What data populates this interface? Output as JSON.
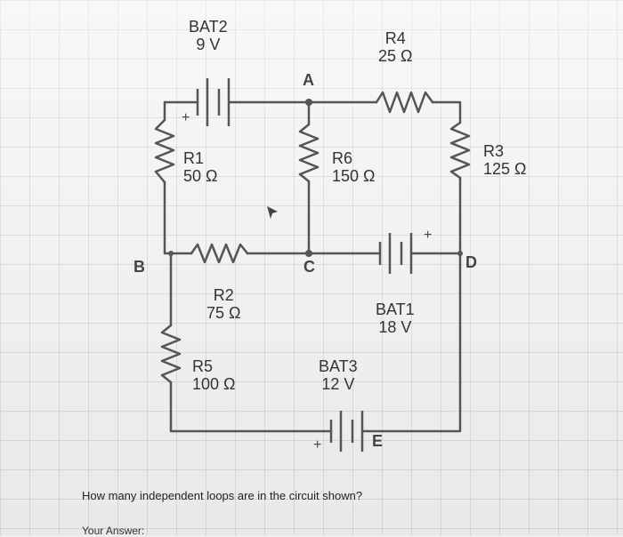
{
  "components": {
    "bat2": {
      "name": "BAT2",
      "value": "9 V"
    },
    "bat1": {
      "name": "BAT1",
      "value": "18 V"
    },
    "bat3": {
      "name": "BAT3",
      "value": "12 V"
    },
    "r1": {
      "name": "R1",
      "value": "50 Ω"
    },
    "r2": {
      "name": "R2",
      "value": "75 Ω"
    },
    "r3": {
      "name": "R3",
      "value": "125 Ω"
    },
    "r4": {
      "name": "R4",
      "value": "25 Ω"
    },
    "r5": {
      "name": "R5",
      "value": "100 Ω"
    },
    "r6": {
      "name": "R6",
      "value": "150 Ω"
    }
  },
  "nodes": {
    "a": "A",
    "b": "B",
    "c": "C",
    "d": "D",
    "e": "E"
  },
  "polarity": {
    "plus": "+"
  },
  "question": "How many independent loops are in the circuit shown?",
  "answer_label": "Your Answer:"
}
